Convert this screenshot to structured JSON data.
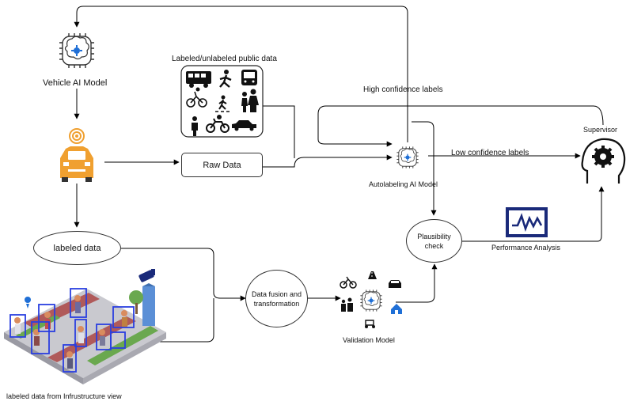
{
  "nodes": {
    "vehicle_ai_model": "Vehicle AI Model",
    "public_data": "Labeled/unlabeled public data",
    "raw_data": "Raw Data",
    "high_confidence": "High confidence labels",
    "low_confidence": "Low confidence labels",
    "autolabeling_model": "Autolabeling AI Model",
    "supervisor": "Supervisor",
    "labeled_data": "labeled data",
    "plausibility_check": "Plausibility check",
    "performance_analysis": "Performance Analysis",
    "data_fusion": "Data fusion and transformation",
    "validation_model": "Validation Model",
    "infrastructure_view": "labeled data from Infrustructure view"
  },
  "colors": {
    "ai_blue": "#1f6fd6",
    "car_orange": "#f0a030",
    "monitor_navy": "#1a2a7a",
    "bbox_blue": "#2a3fe0",
    "ground_gray": "#c9c9cf",
    "bike_lane": "#b05a5a",
    "grass": "#6aa84f"
  },
  "icons": [
    "brain-chip-icon",
    "car-icon",
    "signal-icon",
    "gear-head-icon",
    "monitor-chart-icon",
    "bus-icon",
    "pedestrian-icon",
    "cyclist-icon",
    "camera-icon"
  ]
}
